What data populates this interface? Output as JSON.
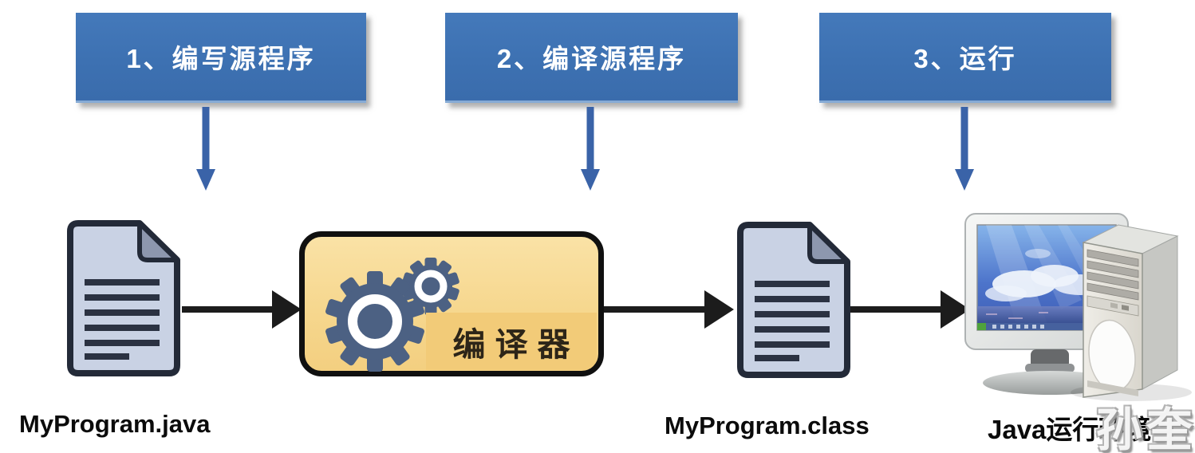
{
  "steps": [
    {
      "label": "1、编写源程序"
    },
    {
      "label": "2、编译源程序"
    },
    {
      "label": "3、运行"
    }
  ],
  "artifacts": {
    "source_file": "MyProgram.java",
    "compiler": "编译器",
    "class_file": "MyProgram.class",
    "runtime": "Java运行环境"
  },
  "watermark_text": "孙奎哥",
  "colors": {
    "step_box_blue": "#3d71b2",
    "down_arrow_blue": "#3a63a8",
    "flow_arrow_black": "#1c1c1c",
    "document_fill": "#c9d2e4",
    "document_fold": "#8d97ae",
    "document_outline": "#232a38",
    "compiler_fill": "#f6d78e",
    "compiler_panel": "#f2cb78",
    "gear_blue": "#4c6183"
  }
}
